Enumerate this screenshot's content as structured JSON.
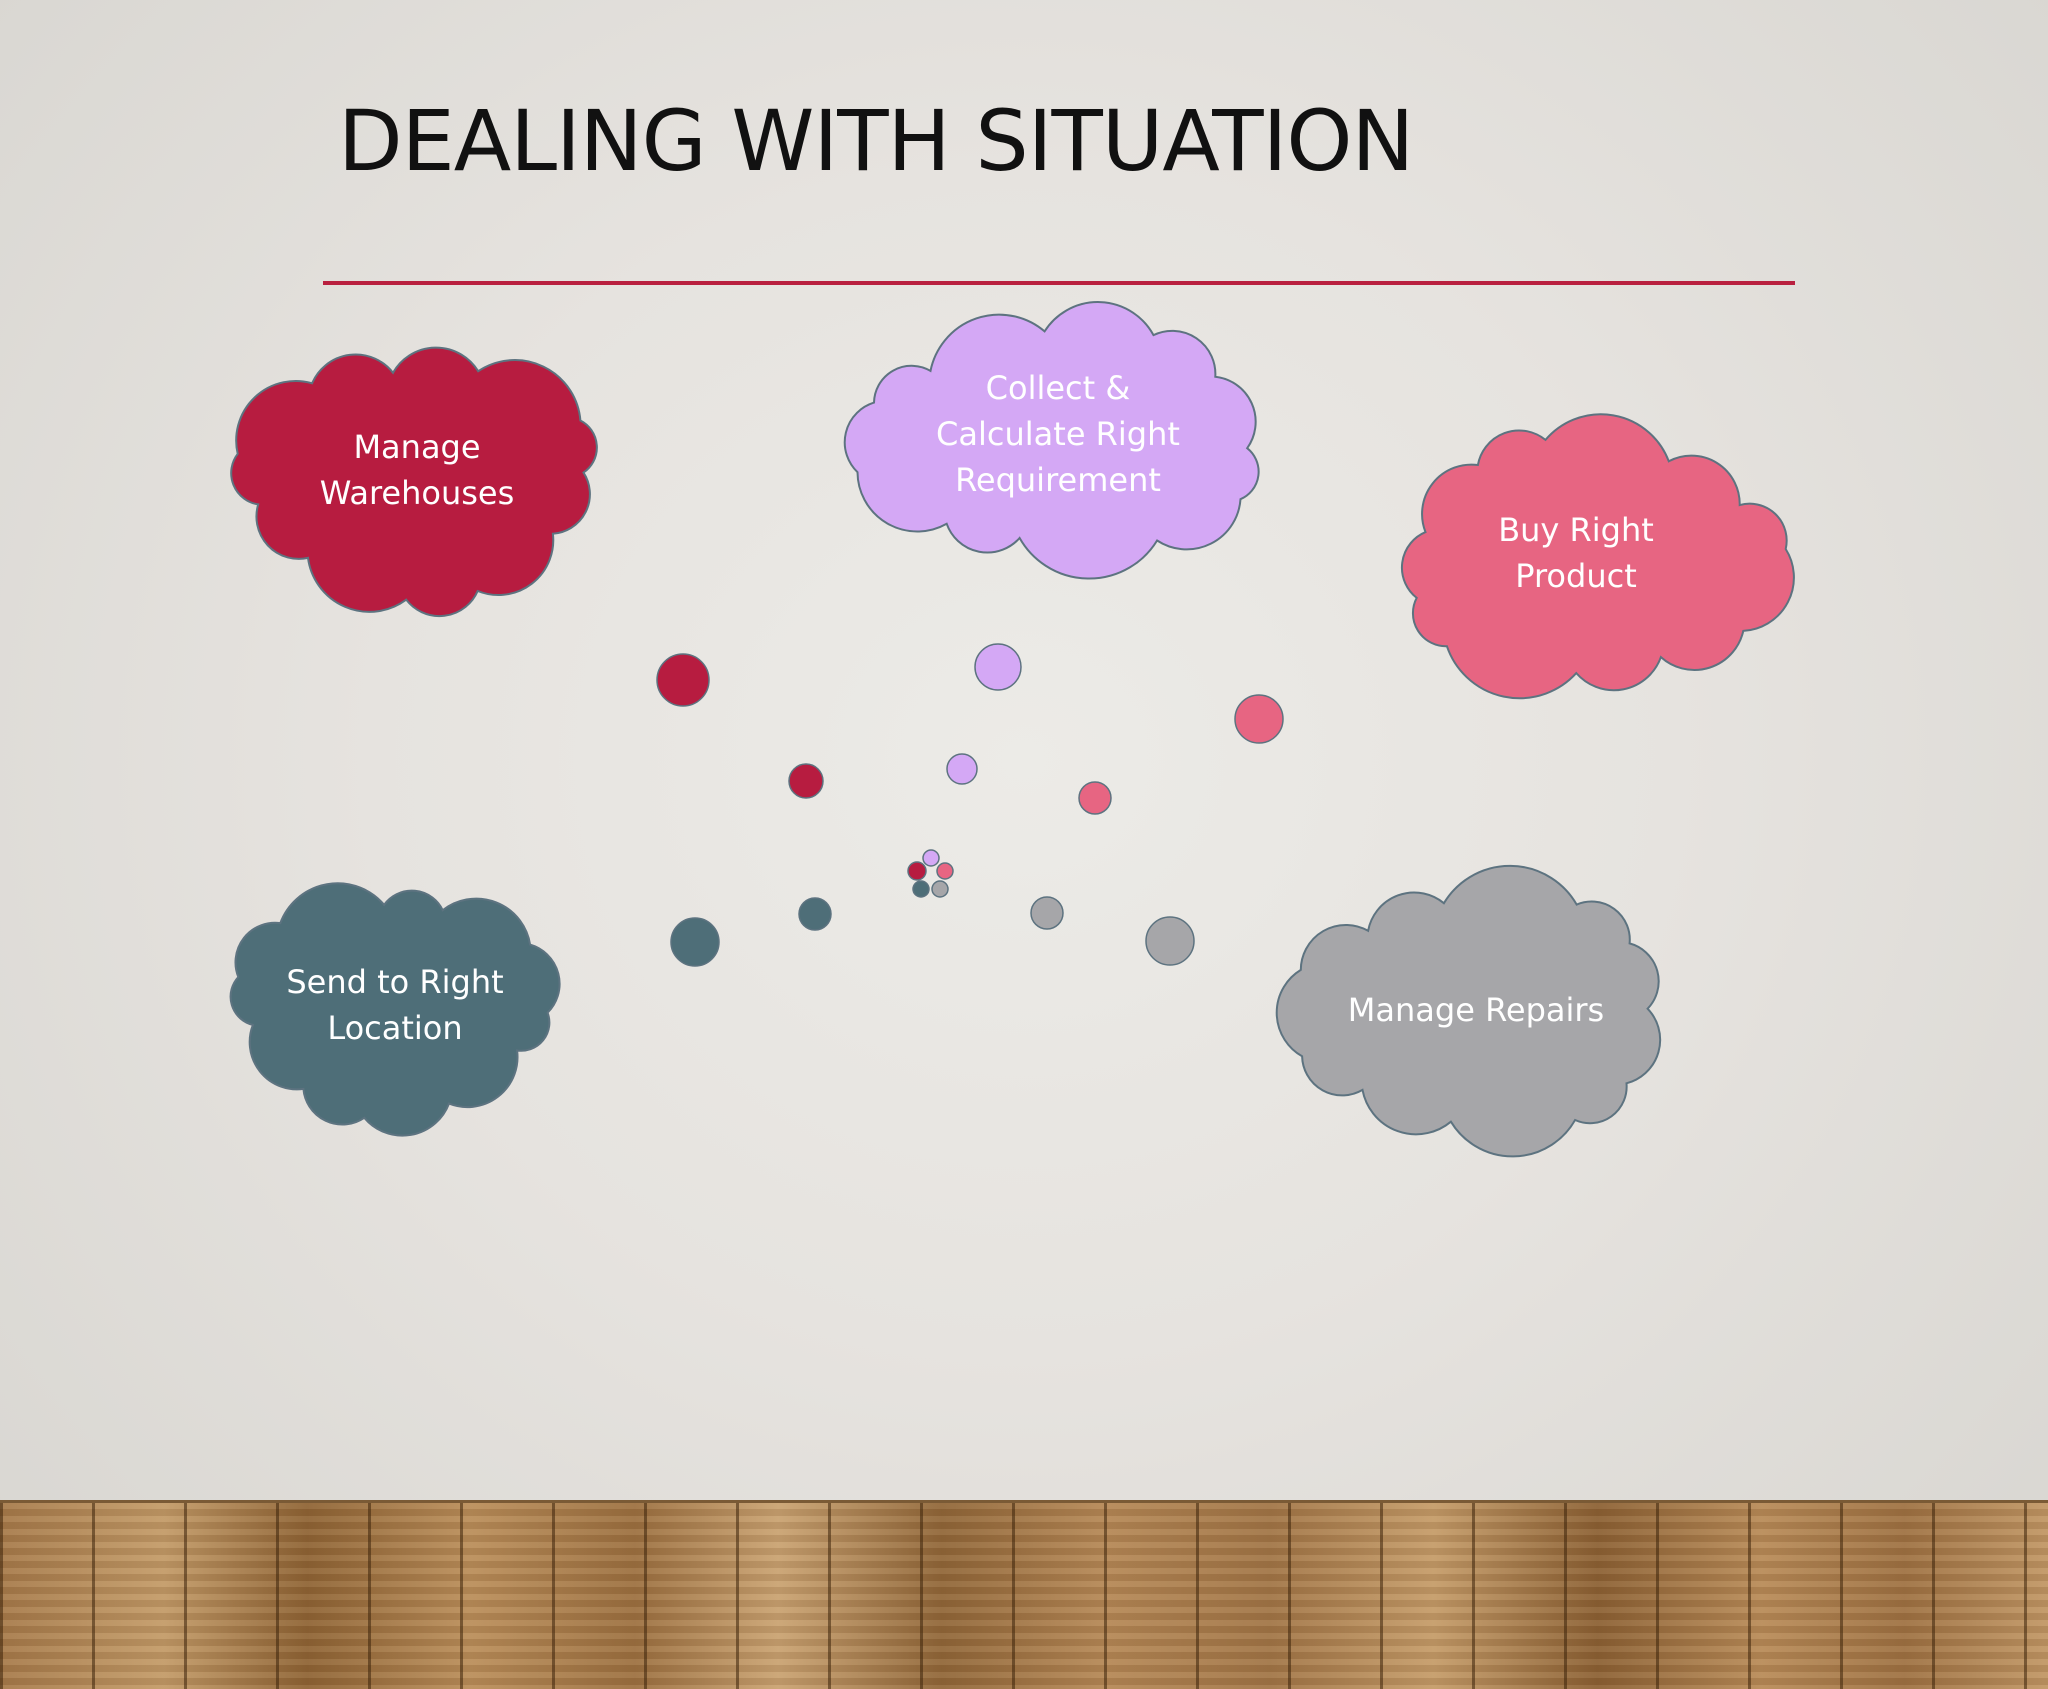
{
  "slide": {
    "title": "DEALING WITH SITUATION"
  },
  "colors": {
    "crimson": "#b71c40",
    "lavender": "#d4a8f5",
    "pink": "#e76582",
    "slate": "#4e6e78",
    "gray": "#a6a6a9",
    "outline": "#5d7380",
    "title_rule": "#b9203f"
  },
  "clouds": [
    {
      "id": "warehouses",
      "lines": [
        "Manage",
        "Warehouses"
      ],
      "color": "#b71c40"
    },
    {
      "id": "requirement",
      "lines": [
        "Collect &",
        "Calculate Right",
        "Requirement"
      ],
      "color": "#d4a8f5"
    },
    {
      "id": "product",
      "lines": [
        "Buy Right",
        "Product"
      ],
      "color": "#e76582"
    },
    {
      "id": "location",
      "lines": [
        "Send to Right",
        "Location"
      ],
      "color": "#4e6e78"
    },
    {
      "id": "repairs",
      "lines": [
        "Manage Repairs"
      ],
      "color": "#a6a6a9"
    }
  ]
}
